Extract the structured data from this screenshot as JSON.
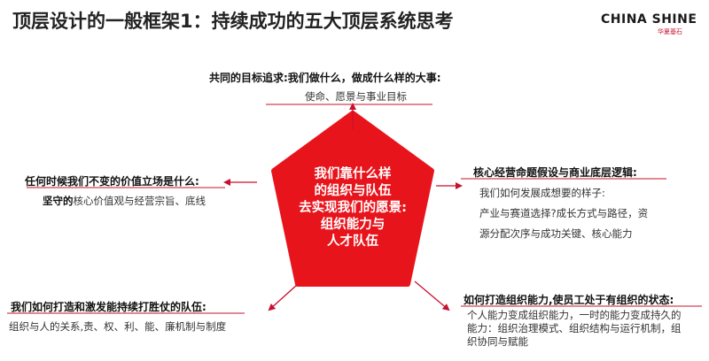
{
  "title": "顶层设计的一般框架1：持续成功的五大顶层系统思考",
  "logo": {
    "text": "CHINA SHINE",
    "sub": "华夏基石"
  },
  "center": {
    "lines": [
      "我们靠什么样",
      "的组织与队伍",
      "去实现我们的愿景:",
      "组织能力与",
      "人才队伍"
    ]
  },
  "colors": {
    "accent": "#e8141c",
    "arrow": "#c8102e",
    "rule": "#c8102e"
  },
  "top": {
    "heading": "共同的目标追求:我们做什么，做成什么样的大事:",
    "body": "使命、愿景与事业目标"
  },
  "left": {
    "heading": "任何时候我们不变的价值立场是什么:",
    "body_bold": "坚守的",
    "body": "核心价值观与经营宗旨、底线"
  },
  "right": {
    "heading": "核心经营命题假设与商业底层逻辑:",
    "lines": [
      "我们如何发展成想要的样子:",
      "产业与赛道选择?成长方式与路径，资",
      "源分配次序与成功关键、核心能力"
    ]
  },
  "bottom_left": {
    "heading": "我们如何打造和激发能持续打胜仗的队伍:",
    "body": "组织与人的关系,责、权、利、能、廉机制与制度"
  },
  "bottom_right": {
    "heading": "如何打造组织能力,使员工处于有组织的状态:",
    "lines": [
      "个人能力变成组织能力，一时的能力变成持久的",
      "能力：组织治理模式、组织结构与运行机制，组",
      "织协同与赋能"
    ]
  }
}
